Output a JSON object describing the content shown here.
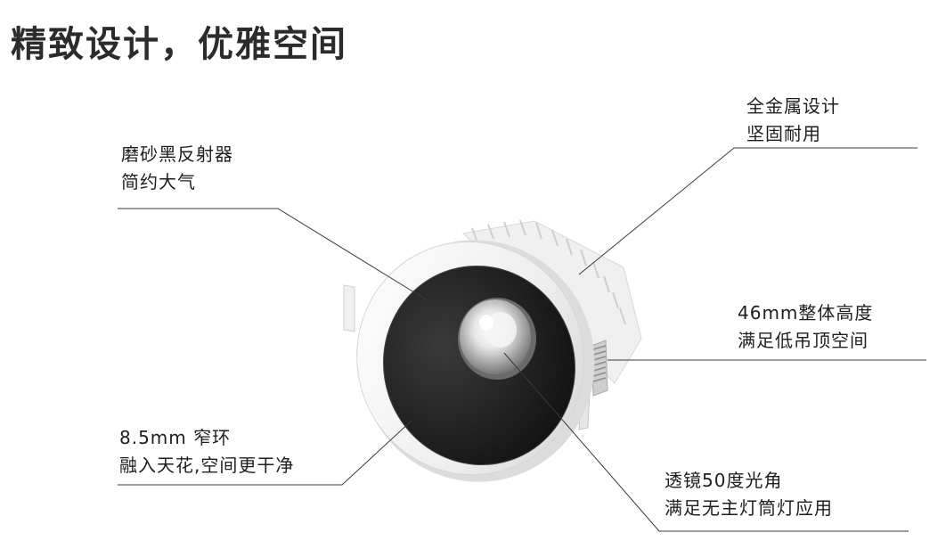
{
  "title": "精致设计，优雅空间",
  "callouts": {
    "reflector": {
      "line1": "磨砂黑反射器",
      "line2": "简约大气"
    },
    "metal": {
      "line1": "全金属设计",
      "line2": "坚固耐用"
    },
    "height": {
      "line1": "46mm整体高度",
      "line2": "满足低吊顶空间"
    },
    "ring": {
      "line1": "8.5mm 窄环",
      "line2": "融入天花,空间更干净"
    },
    "lens": {
      "line1": "透镜50度光角",
      "line2": "满足无主灯筒灯应用"
    }
  },
  "colors": {
    "leader": "#3a3a3a",
    "reflector": "#1c1c1c",
    "housing": "#f3f3f3"
  }
}
